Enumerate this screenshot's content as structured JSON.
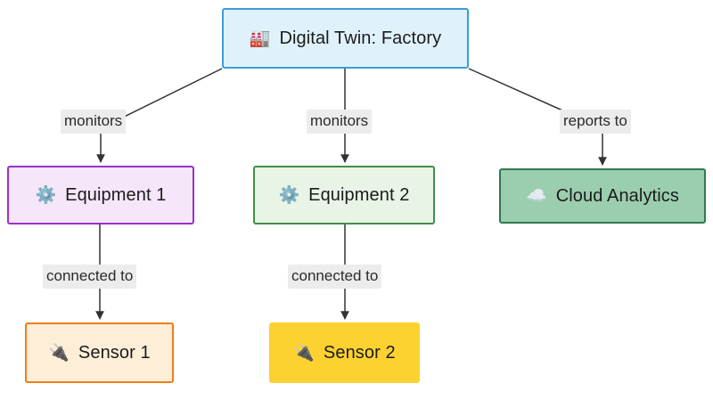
{
  "diagram": {
    "title": "Digital Twin: Factory",
    "type": "flowchart",
    "direction": "top-down",
    "background_color": "#ffffff"
  },
  "nodes": [
    {
      "id": "factory",
      "label": "Digital Twin: Factory",
      "icon": "factory-icon",
      "icon_glyph": "🏭",
      "fill_color": "#dff2fc",
      "border_color": "#3a9ed6",
      "text_color": "#1b1b1b"
    },
    {
      "id": "equipment-1",
      "label": "Equipment 1",
      "icon": "gear-icon",
      "icon_glyph": "⚙️",
      "fill_color": "#f5e6fa",
      "border_color": "#9b30c9",
      "text_color": "#1b1b1b"
    },
    {
      "id": "equipment-2",
      "label": "Equipment 2",
      "icon": "gear-icon",
      "icon_glyph": "⚙️",
      "fill_color": "#e8f4e6",
      "border_color": "#3f8f47",
      "text_color": "#1b1b1b"
    },
    {
      "id": "cloud-analytics",
      "label": "Cloud Analytics",
      "icon": "cloud-icon",
      "icon_glyph": "☁️",
      "fill_color": "#9bceae",
      "border_color": "#2f7a4e",
      "text_color": "#1b1b1b"
    },
    {
      "id": "sensor-1",
      "label": "Sensor 1",
      "icon": "plug-icon",
      "icon_glyph": "🔌",
      "fill_color": "#fdeed8",
      "border_color": "#ef7d16",
      "text_color": "#1b1b1b"
    },
    {
      "id": "sensor-2",
      "label": "Sensor 2",
      "icon": "plug-icon",
      "icon_glyph": "🔌",
      "fill_color": "#fdd130",
      "border_color": "#fdd130",
      "text_color": "#1b1b1b"
    }
  ],
  "edges": [
    {
      "id": "factory-equipment-1",
      "from": "factory",
      "to": "equipment-1",
      "label": "monitors"
    },
    {
      "id": "factory-equipment-2",
      "from": "factory",
      "to": "equipment-2",
      "label": "monitors"
    },
    {
      "id": "factory-cloud",
      "from": "factory",
      "to": "cloud-analytics",
      "label": "reports to"
    },
    {
      "id": "equipment-1-sensor-1",
      "from": "equipment-1",
      "to": "sensor-1",
      "label": "connected to"
    },
    {
      "id": "equipment-2-sensor-2",
      "from": "equipment-2",
      "to": "sensor-2",
      "label": "connected to"
    }
  ],
  "edge_style": {
    "line_color": "#333333",
    "line_width": 1.5,
    "arrowhead": "solid-triangle",
    "label_background": "#ececec"
  }
}
